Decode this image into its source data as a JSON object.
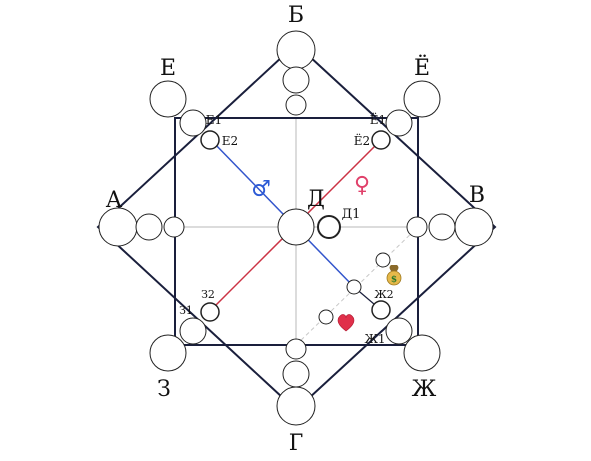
{
  "labels": {
    "top": "Б",
    "bottom": "Г",
    "left": "А",
    "right": "В",
    "top_left": "Е",
    "top_right": "Ё",
    "bottom_left": "З",
    "bottom_right": "Ж",
    "center": "Д",
    "center_sub": "Д1",
    "e1": "Е1",
    "e2": "Е2",
    "yo1": "Ё1",
    "yo2": "Ё2",
    "z1": "З1",
    "z2": "З2",
    "zh1": "Ж1",
    "zh2": "Ж2"
  },
  "symbols": {
    "male": "♂",
    "female": "♀",
    "money": "💰",
    "heart": "❤"
  },
  "colors": {
    "line": "#1a1f3c",
    "grid": "#b0b0b0",
    "circle_stroke": "#222222",
    "male_line": "#3355cc",
    "female_line": "#cc3344",
    "male_symbol": "#2d5bd6",
    "female_symbol": "#e0406a",
    "heart": "#e0304a"
  }
}
